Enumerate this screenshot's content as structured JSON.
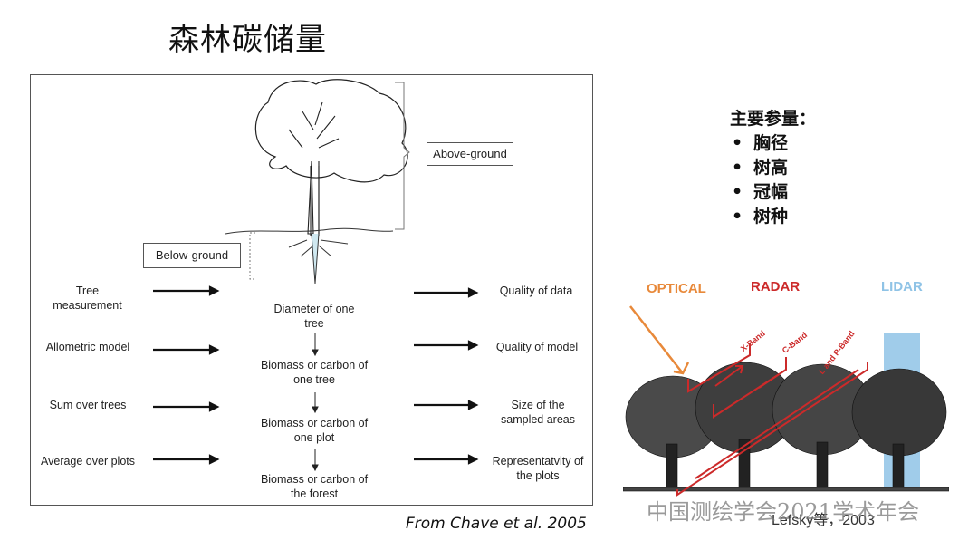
{
  "title": "森林碳储量",
  "figure": {
    "above_ground": "Above-ground",
    "below_ground": "Below-ground",
    "left_steps": [
      "Tree measurement",
      "Allometric model",
      "Sum over trees",
      "Average over plots"
    ],
    "center_steps": [
      "Diameter of one tree",
      "Biomass or carbon of one tree",
      "Biomass or carbon of one plot",
      "Biomass or carbon of the forest"
    ],
    "right_steps": [
      "Quality of data",
      "Quality  of model",
      "Size of the sampled areas",
      "Representatvity of the plots"
    ]
  },
  "source": "From Chave et al. 2005",
  "params": {
    "heading": "主要参量：",
    "items": [
      "胸径",
      "树高",
      "冠幅",
      "树种"
    ]
  },
  "remote_sensing": {
    "optical": "OPTICAL",
    "radar": "RADAR",
    "lidar": "LIDAR",
    "bands": [
      "X-Band",
      "C-Band",
      "L and P-Band"
    ],
    "citation": "Lefsky等，2003",
    "colors": {
      "optical": "#e8893a",
      "radar": "#cc2a2a",
      "lidar": "#8fc3e6"
    }
  },
  "watermark": "中国测绘学会2021学术年会"
}
